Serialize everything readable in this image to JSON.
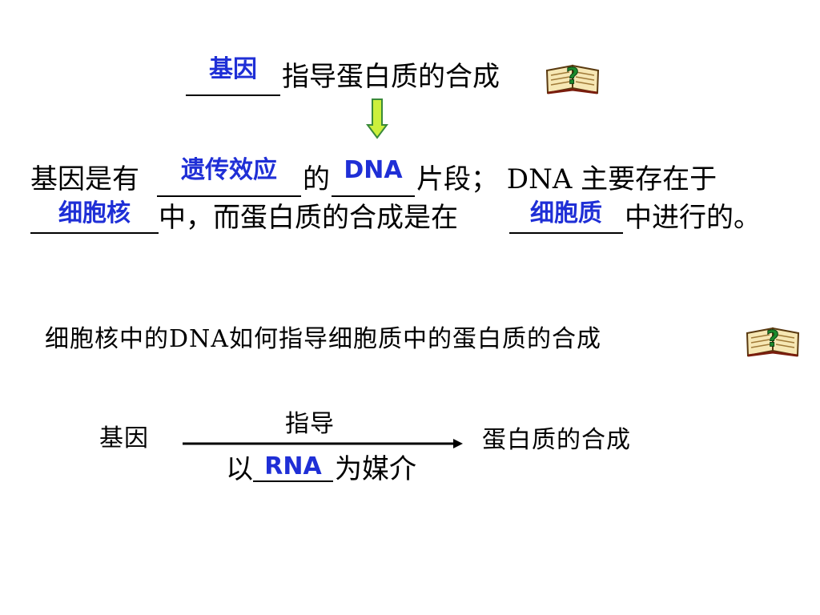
{
  "title": {
    "answer": "基因",
    "rest": "指导蛋白质的合成"
  },
  "statement": {
    "line1_prefix": "基因是有",
    "line1_ans1": "遗传效应",
    "line1_mid": "的",
    "line1_ans2": "DNA",
    "line1_suffix": "片段；  DNA 主要存在于",
    "line2_ans3": "细胞核",
    "line2_mid": "中，而蛋白质的合成是在",
    "line2_ans4": "细胞质",
    "line2_suffix": "中进行的。"
  },
  "question": "细胞核中的DNA如何指导细胞质中的蛋白质的合成",
  "diagram": {
    "left": "基因",
    "above_arrow": "指导",
    "right": "蛋白质的合成",
    "below_prefix": "以",
    "below_answer": "RNA",
    "below_suffix": "为媒介"
  },
  "colors": {
    "answer": "#1f2fd6",
    "arrow_fill": "#ccf03c",
    "arrow_stroke": "#3a8a3a"
  },
  "icons": [
    "book-question-icon",
    "down-arrow-icon",
    "right-arrow-icon"
  ]
}
